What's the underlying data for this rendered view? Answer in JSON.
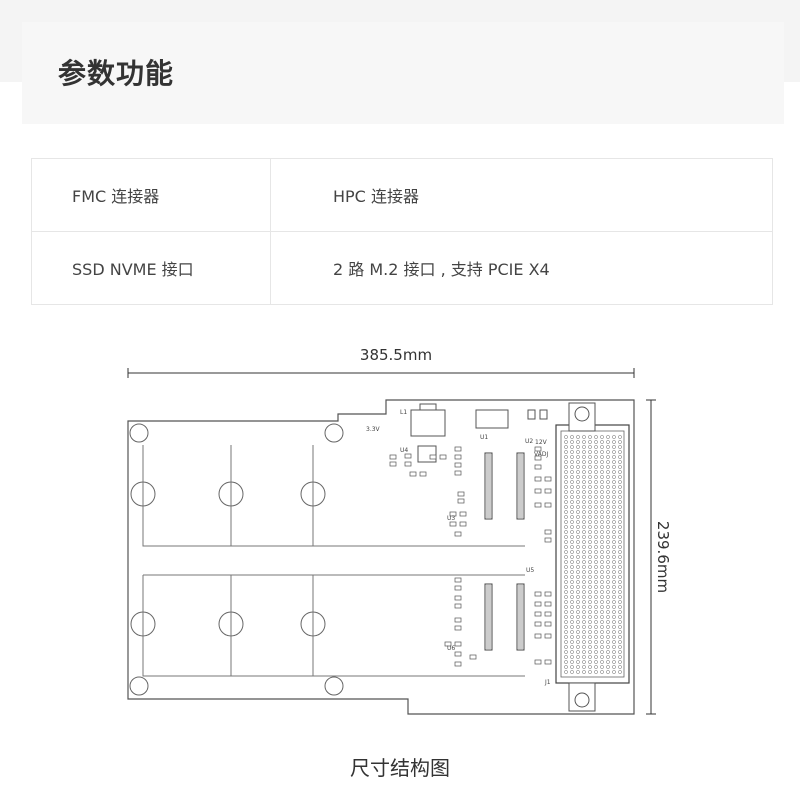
{
  "header": {
    "title": "参数功能"
  },
  "specs": [
    {
      "key": "FMC 连接器",
      "value": "HPC 连接器"
    },
    {
      "key": "SSD NVME 接口",
      "value": "2 路 M.2 接口 , 支持 PCIE X4"
    }
  ],
  "diagram": {
    "width_label": "385.5mm",
    "height_label": "239.6mm",
    "board_labels": {
      "l1": "L1",
      "v33": "3.3V",
      "v12": "12V",
      "vadj": "VADJ",
      "u1": "U1",
      "u2": "U2",
      "u3": "U3",
      "u4": "U4",
      "u5": "U5",
      "u6": "U6",
      "j1": "J1"
    }
  },
  "caption": "尺寸结构图"
}
